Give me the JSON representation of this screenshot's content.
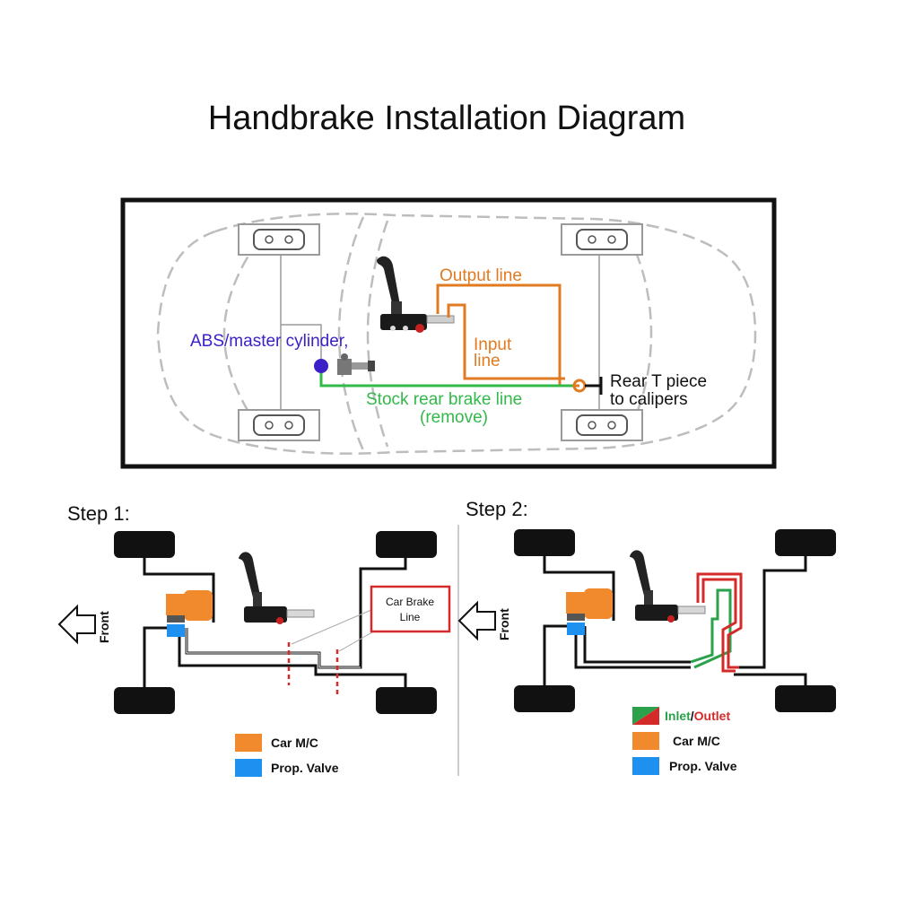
{
  "title": "Handbrake Installation Diagram",
  "overview": {
    "abs_label": "ABS/master cylinder,",
    "output_label": "Output line",
    "input_label_1": "Input",
    "input_label_2": "line",
    "stock_line_1": "Stock rear brake line",
    "stock_line_2": "(remove)",
    "rear_t_1": "Rear T piece",
    "rear_t_2": "to calipers"
  },
  "step1": {
    "label": "Step 1:",
    "front": "Front",
    "car_brake_line_1": "Car Brake",
    "car_brake_line_2": "Line",
    "legend": [
      {
        "label": "Car M/C",
        "color": "#f08a2c"
      },
      {
        "label": "Prop. Valve",
        "color": "#1e90f0"
      }
    ]
  },
  "step2": {
    "label": "Step 2:",
    "front": "Front",
    "inlet": "Inlet",
    "slash": "/",
    "outlet": "Outlet",
    "legend": [
      {
        "label": "Car M/C",
        "color": "#f08a2c"
      },
      {
        "label": "Prop. Valve",
        "color": "#1e90f0"
      }
    ]
  },
  "colors": {
    "orange_line": "#e07b22",
    "green_line": "#33b84a",
    "red_line": "#d42a2a",
    "purple": "#3b1fc7"
  }
}
